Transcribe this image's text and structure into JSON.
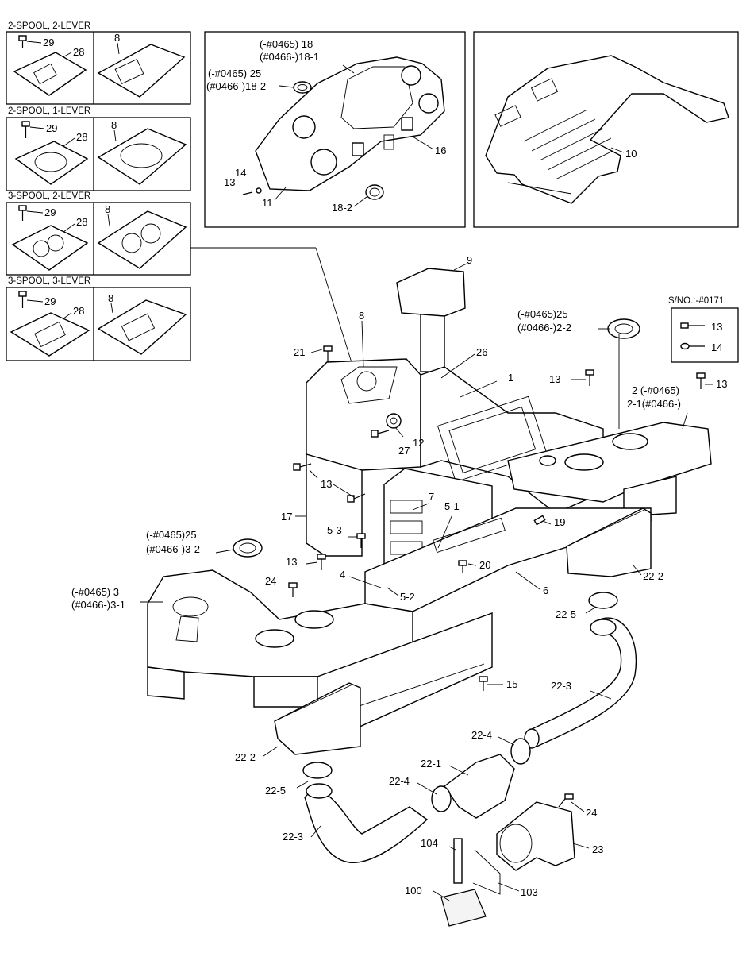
{
  "variant_panels": [
    {
      "title": "2-SPOOL, 2-LEVER",
      "bolt": "29",
      "plate": "28",
      "cover": "8"
    },
    {
      "title": "2-SPOOL, 1-LEVER",
      "bolt": "29",
      "plate": "28",
      "cover": "8"
    },
    {
      "title": "3-SPOOL, 2-LEVER",
      "bolt": "29",
      "plate": "28",
      "cover": "8"
    },
    {
      "title": "3-SPOOL, 3-LEVER",
      "bolt": "29",
      "plate": "28",
      "cover": "8"
    }
  ],
  "dash_panel": {
    "labels": {
      "l18a": "(-#0465) 18",
      "l18b": "(#0466-)18-1",
      "l25a": "(-#0465) 25",
      "l25b": "(#0466-)18-2",
      "l16": "16",
      "l14": "14",
      "l13": "13",
      "l11": "11",
      "l182": "18-2"
    }
  },
  "floor_mat_panel": {
    "label": "10"
  },
  "sn_box": {
    "title": "S/NO.:-#0171",
    "l13": "13",
    "l14": "14"
  },
  "main_labels": {
    "p9": "9",
    "p8": "8",
    "p21": "21",
    "p26": "26",
    "p1": "1",
    "p12": "12",
    "p27": "27",
    "p13a": "13",
    "p17": "17",
    "p7": "7",
    "p51": "5-1",
    "p53": "5-3",
    "p19": "19",
    "p4": "4",
    "p20": "20",
    "p52": "5-2",
    "p6": "6",
    "p13b": "13",
    "p24a": "24",
    "p25a": "(-#0465)25",
    "p32": "(#0466-)3-2",
    "p3": "(-#0465) 3",
    "p31": "(#0466-)3-1",
    "p25b": "(-#0465)25",
    "p22b": "(#0466-)2-2",
    "p13c": "13",
    "p2": "2  (-#0465)",
    "p21b": "2-1(#0466-)",
    "p13d": "13",
    "p222a": "22-2",
    "p225a": "22-5",
    "p223a": "22-3",
    "p15": "15",
    "p222b": "22-2",
    "p224a": "22-4",
    "p221": "22-1",
    "p224b": "22-4",
    "p225b": "22-5",
    "p24b": "24",
    "p223b": "22-3",
    "p23": "23",
    "p104": "104",
    "p103": "103",
    "p100": "100"
  }
}
